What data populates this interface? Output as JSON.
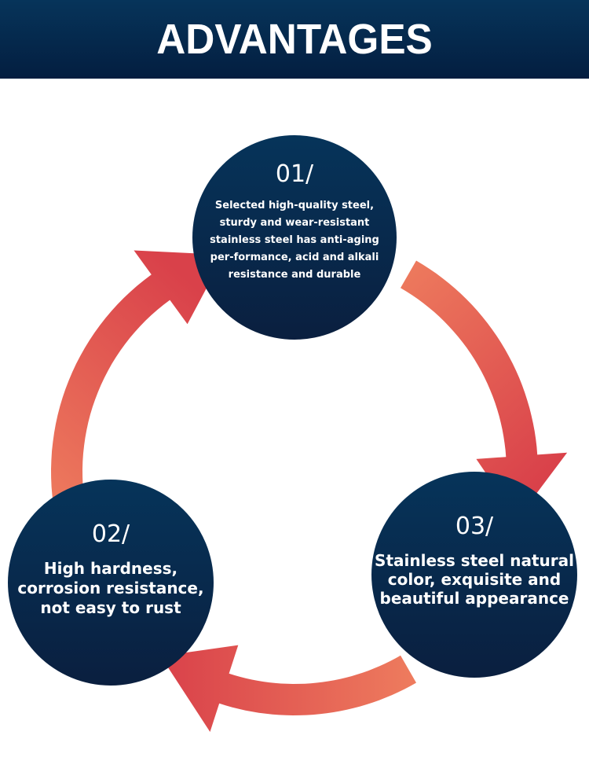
{
  "header": {
    "title": "ADVANTAGES"
  },
  "colors": {
    "navy": "#06345a",
    "arrow_red": "#d9414a",
    "arrow_coral": "#ee7c5e"
  },
  "items": [
    {
      "number": "01/",
      "text": "Selected high-quality steel, sturdy and wear-resistant stainless steel has anti-aging per-formance, acid and alkali resistance and durable"
    },
    {
      "number": "02/",
      "text": "High hardness, corrosion resistance, not easy to rust"
    },
    {
      "number": "03/",
      "text": "Stainless steel natural color, exquisite and beautiful appearance"
    }
  ]
}
